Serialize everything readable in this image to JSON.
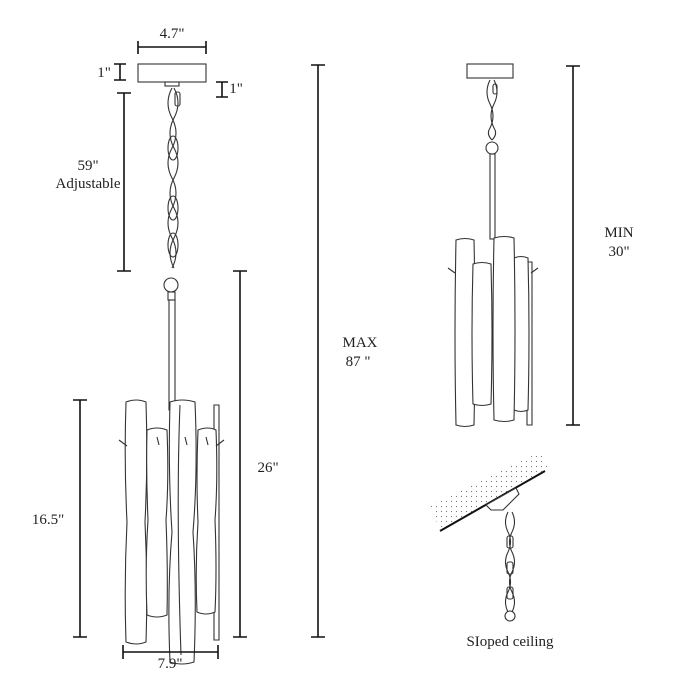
{
  "labels": {
    "canopy_width": "4.7\"",
    "canopy_height": "1\"",
    "canopy_gap": "1\"",
    "chain_length": "59\"",
    "chain_note": "Adjustable",
    "body_height": "26\"",
    "max_label": "MAX",
    "max_value": "87 \"",
    "shade_height": "16.5\"",
    "body_width": "7.9\"",
    "min_label": "MIN",
    "min_value": "30\"",
    "sloped_caption": "SIoped ceiling"
  },
  "colors": {
    "line": "#111111",
    "drawing": "#333333",
    "background": "#ffffff"
  }
}
